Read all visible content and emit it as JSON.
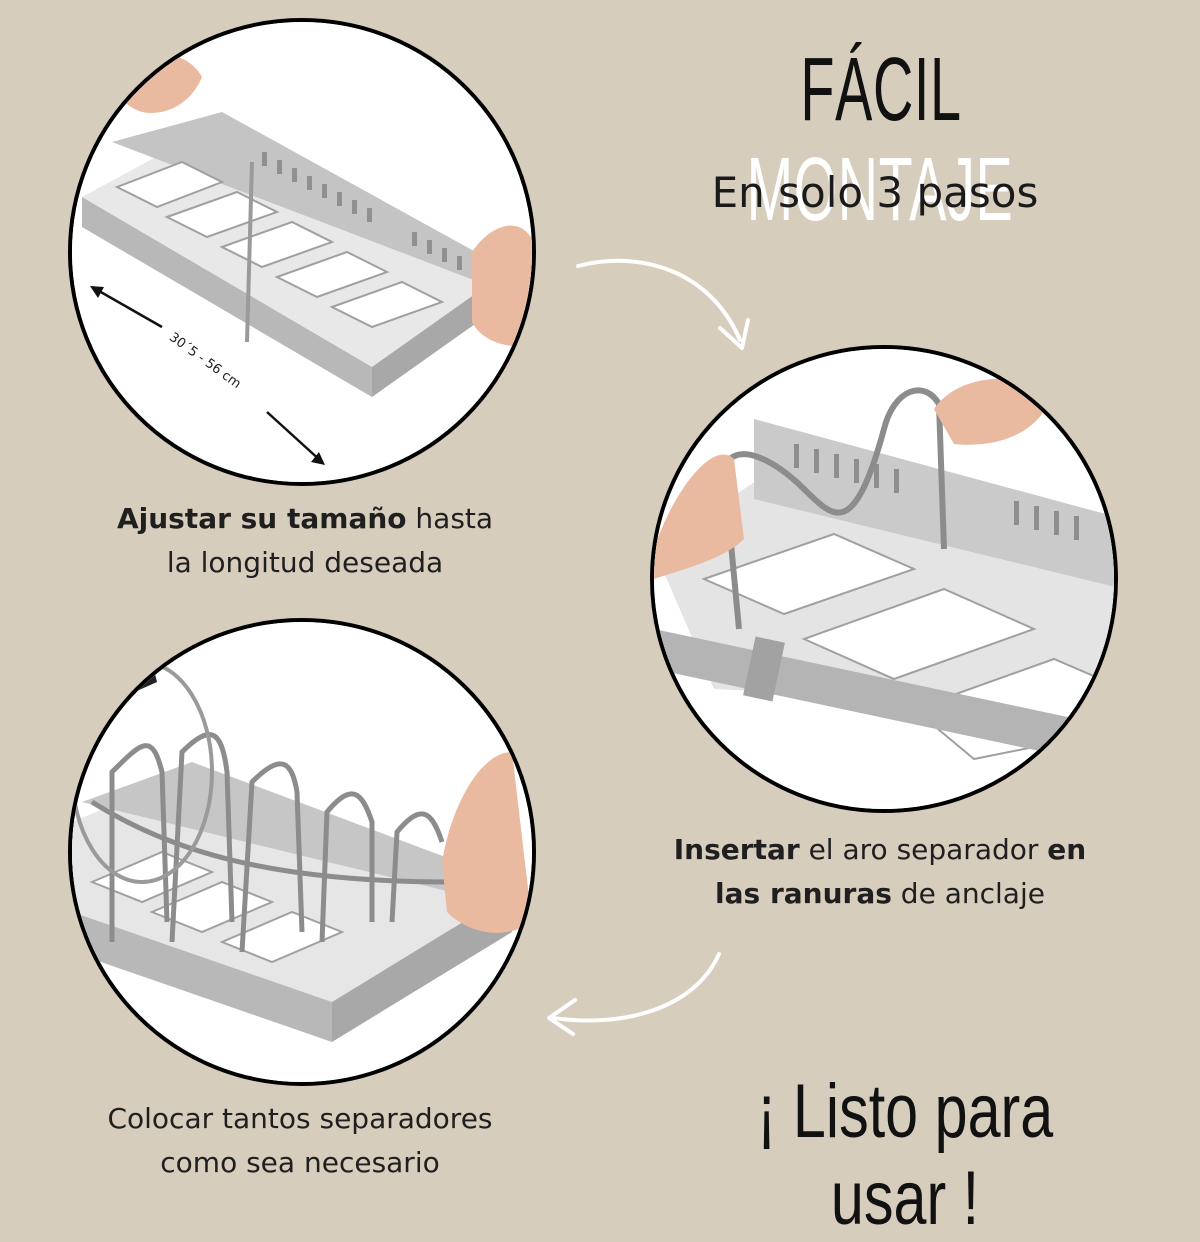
{
  "header": {
    "title_word1": "FÁCIL",
    "title_word2": "MONTAJE",
    "subtitle": "En solo 3 pasos"
  },
  "steps": [
    {
      "bold1": "Ajustar su tamaño",
      "text1": " hasta",
      "line2": "la longitud deseada",
      "measurement": "30´5 - 56 cm"
    },
    {
      "bold1": "Insertar",
      "text1": " el aro separador ",
      "bold2": "en",
      "bold3": "las ranuras",
      "text2": " de anclaje"
    },
    {
      "line1": "Colocar tantos separadores",
      "line2": "como sea necesario"
    }
  ],
  "footer": {
    "ready_text": "¡ Listo para usar !"
  },
  "colors": {
    "background": "#d6cdbd",
    "rack_grey": "#bdbdbd",
    "wire_steel": "#8c8c8c"
  }
}
